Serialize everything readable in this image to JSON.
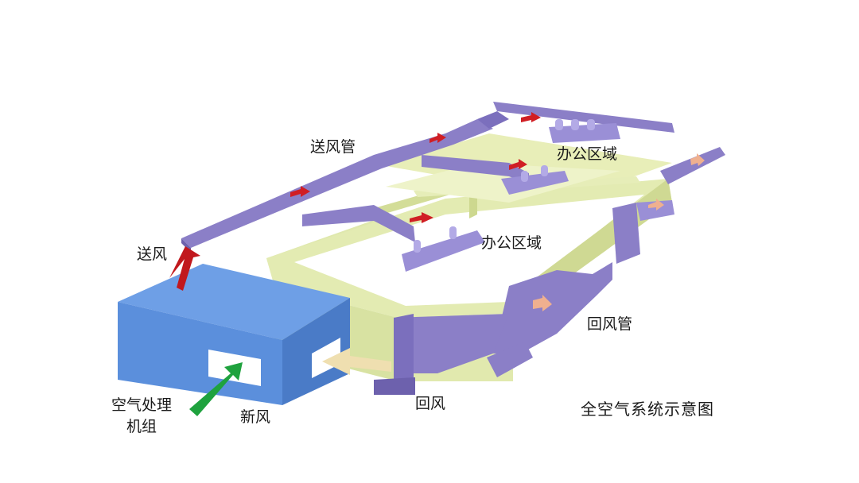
{
  "labels": {
    "supply_duct": "送风管",
    "supply_air": "送风",
    "office_area_upper": "办公区域",
    "office_area_lower": "办公区域",
    "return_duct": "回风管",
    "return_air": "回风",
    "fresh_air": "新风",
    "ahu_line1": "空气处理",
    "ahu_line2": "机组",
    "caption": "全空气系统示意图"
  },
  "colors": {
    "duct": "#8b7fc7",
    "duct_dark": "#6d61ad",
    "duct_light": "#a79de0",
    "room": "#dfe8ad",
    "room_dark": "#c6d28c",
    "unit_front": "#5b8fdc",
    "unit_top": "#6e9fe6",
    "unit_side": "#4a7bc7",
    "supply_arrow": "#c1181d",
    "fresh_arrow": "#1fa23e",
    "return_arrow": "#efdfb0",
    "return_arrow_small": "#efb08f"
  }
}
